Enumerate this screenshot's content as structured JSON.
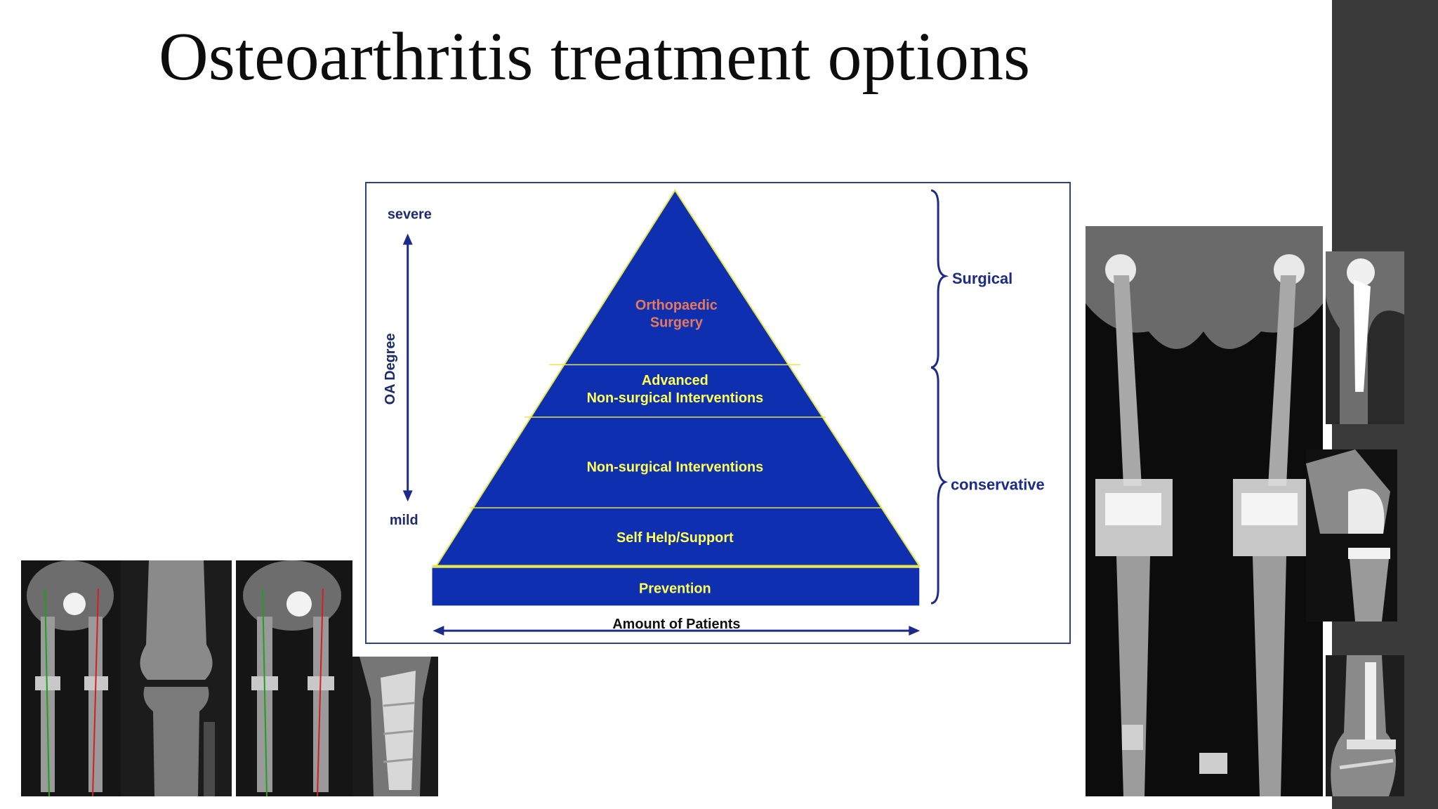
{
  "slide": {
    "title": "Osteoarthritis treatment options"
  },
  "diagram": {
    "axis_top_label": "severe",
    "axis_bottom_label": "mild",
    "axis_label": "OA Degree",
    "bottom_axis_label": "Amount of Patients",
    "tiers": [
      {
        "line1": "Orthopaedic",
        "line2": "Surgery",
        "color": "#e8785a"
      },
      {
        "line1": "Advanced",
        "line2": "Non-surgical Interventions",
        "color": "#ffff55"
      },
      {
        "line1": "Non-surgical Interventions",
        "line2": "",
        "color": "#ffff55"
      },
      {
        "line1": "Self Help/Support",
        "line2": "",
        "color": "#ffff55"
      },
      {
        "line1": "Prevention",
        "line2": "",
        "color": "#ffff55"
      }
    ],
    "brackets": {
      "surgical": "Surgical",
      "conservative": "conservative"
    },
    "colors": {
      "pyramid_fill": "#0d2fb0",
      "divider": "#e6e64d",
      "axis": "#1c2a8c",
      "label_text": "#1c2a6e",
      "bracket_text": "#1c2a8c"
    }
  },
  "images": {
    "left_longleg_1": "x-ray long leg alignment",
    "left_knee": "x-ray knee",
    "left_longleg_2": "x-ray long leg alignment post osteotomy",
    "left_plate": "x-ray osteotomy plate",
    "right_longleg": "x-ray bilateral knee replacement",
    "right_hip": "x-ray hip prosthesis",
    "right_knee": "x-ray knee prosthesis",
    "right_ankle": "x-ray ankle plate"
  }
}
